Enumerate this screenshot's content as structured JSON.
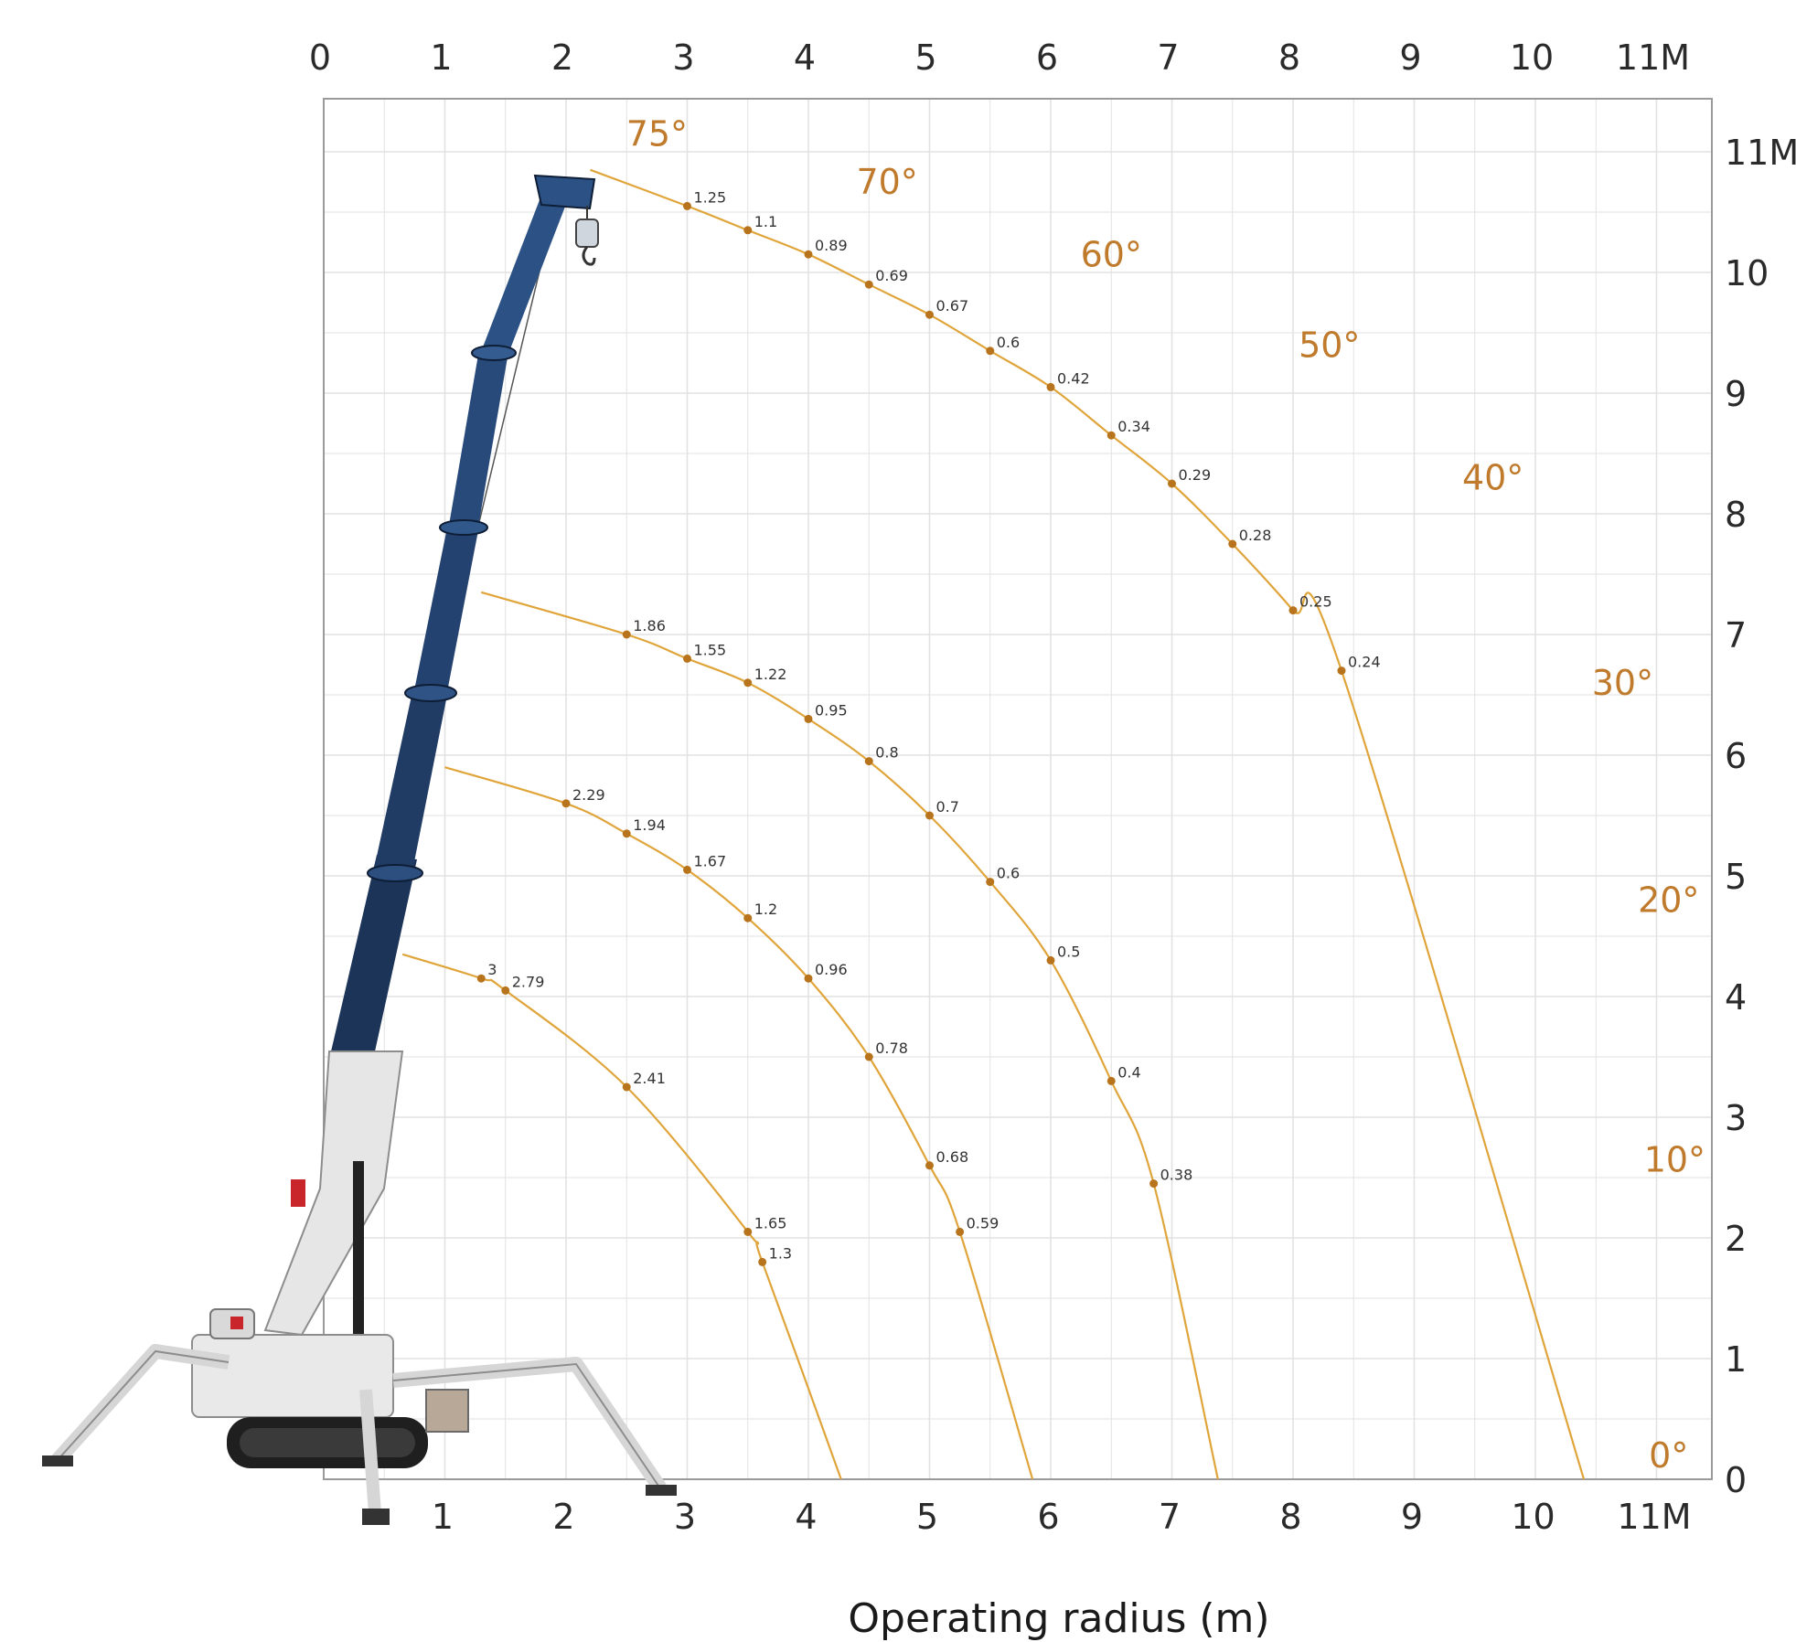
{
  "chart_data": {
    "type": "line",
    "title": "",
    "xlabel": "Operating radius (m)",
    "ylabel": "",
    "xlim": [
      0,
      11.4
    ],
    "ylim": [
      0,
      11.4
    ],
    "grid": true,
    "x_ticks_top": [
      "0",
      "1",
      "2",
      "3",
      "4",
      "5",
      "6",
      "7",
      "8",
      "9",
      "10",
      "11M"
    ],
    "x_ticks_bottom": [
      "1",
      "2",
      "3",
      "4",
      "5",
      "6",
      "7",
      "8",
      "9",
      "10",
      "11M"
    ],
    "y_ticks_right": [
      "0",
      "1",
      "2",
      "3",
      "4",
      "5",
      "6",
      "7",
      "8",
      "9",
      "10",
      "11M"
    ],
    "colors": {
      "curve": "#e0a53a",
      "point": "#b8741c",
      "angle_label": "#c07a2c",
      "boom": "#23406e",
      "chassis": "#e4e4e4",
      "grid": "#e2e2e2",
      "frame": "#9a9a9a"
    },
    "angle_labels": [
      {
        "text": "75°",
        "x": 2.75,
        "y": 11.05
      },
      {
        "text": "70°",
        "x": 4.65,
        "y": 10.65
      },
      {
        "text": "60°",
        "x": 6.5,
        "y": 10.05
      },
      {
        "text": "50°",
        "x": 8.3,
        "y": 9.3
      },
      {
        "text": "40°",
        "x": 9.65,
        "y": 8.2
      },
      {
        "text": "30°",
        "x": 10.72,
        "y": 6.5
      },
      {
        "text": "20°",
        "x": 11.1,
        "y": 4.7
      },
      {
        "text": "10°",
        "x": 11.15,
        "y": 2.55
      },
      {
        "text": "0°",
        "x": 11.1,
        "y": 0.1
      }
    ],
    "series": [
      {
        "radius_at_ground": 4.27,
        "arc_start": [
          0.65,
          4.35
        ],
        "points": [
          {
            "x": 1.3,
            "y": 4.15,
            "label": "3"
          },
          {
            "x": 1.5,
            "y": 4.05,
            "label": "2.79"
          },
          {
            "x": 2.5,
            "y": 3.25,
            "label": "2.41"
          },
          {
            "x": 3.5,
            "y": 2.05,
            "label": "1.65"
          },
          {
            "x": 3.62,
            "y": 1.8,
            "label": "1.3"
          }
        ]
      },
      {
        "radius_at_ground": 5.85,
        "arc_start": [
          1.0,
          5.9
        ],
        "points": [
          {
            "x": 2.0,
            "y": 5.6,
            "label": "2.29"
          },
          {
            "x": 2.5,
            "y": 5.35,
            "label": "1.94"
          },
          {
            "x": 3.0,
            "y": 5.05,
            "label": "1.67"
          },
          {
            "x": 3.5,
            "y": 4.65,
            "label": "1.2"
          },
          {
            "x": 4.0,
            "y": 4.15,
            "label": "0.96"
          },
          {
            "x": 4.5,
            "y": 3.5,
            "label": "0.78"
          },
          {
            "x": 5.0,
            "y": 2.6,
            "label": "0.68"
          },
          {
            "x": 5.25,
            "y": 2.05,
            "label": "0.59"
          }
        ]
      },
      {
        "radius_at_ground": 7.38,
        "arc_start": [
          1.3,
          7.35
        ],
        "points": [
          {
            "x": 2.5,
            "y": 7.0,
            "label": "1.86"
          },
          {
            "x": 3.0,
            "y": 6.8,
            "label": "1.55"
          },
          {
            "x": 3.5,
            "y": 6.6,
            "label": "1.22"
          },
          {
            "x": 4.0,
            "y": 6.3,
            "label": "0.95"
          },
          {
            "x": 4.5,
            "y": 5.95,
            "label": "0.8"
          },
          {
            "x": 5.0,
            "y": 5.5,
            "label": "0.7"
          },
          {
            "x": 5.5,
            "y": 4.95,
            "label": "0.6"
          },
          {
            "x": 6.0,
            "y": 4.3,
            "label": "0.5"
          },
          {
            "x": 6.5,
            "y": 3.3,
            "label": "0.4"
          },
          {
            "x": 6.85,
            "y": 2.45,
            "label": "0.38"
          }
        ]
      },
      {
        "radius_at_ground": 10.4,
        "arc_start": [
          2.2,
          10.85
        ],
        "points": [
          {
            "x": 3.0,
            "y": 10.55,
            "label": "1.25"
          },
          {
            "x": 3.5,
            "y": 10.35,
            "label": "1.1"
          },
          {
            "x": 4.0,
            "y": 10.15,
            "label": "0.89"
          },
          {
            "x": 4.5,
            "y": 9.9,
            "label": "0.69"
          },
          {
            "x": 5.0,
            "y": 9.65,
            "label": "0.67"
          },
          {
            "x": 5.5,
            "y": 9.35,
            "label": "0.6"
          },
          {
            "x": 6.0,
            "y": 9.05,
            "label": "0.42"
          },
          {
            "x": 6.5,
            "y": 8.65,
            "label": "0.34"
          },
          {
            "x": 7.0,
            "y": 8.25,
            "label": "0.29"
          },
          {
            "x": 7.5,
            "y": 7.75,
            "label": "0.28"
          },
          {
            "x": 8.0,
            "y": 7.2,
            "label": "0.25"
          },
          {
            "x": 8.4,
            "y": 6.7,
            "label": "0.24"
          }
        ]
      }
    ]
  }
}
